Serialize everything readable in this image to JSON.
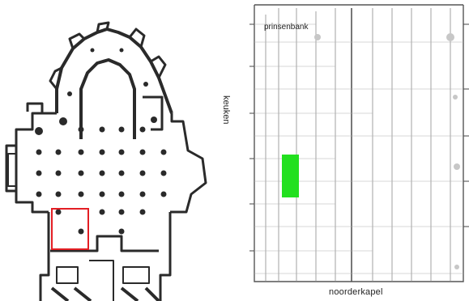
{
  "labels": {
    "top": "prinsenbank",
    "side": "keuken",
    "bottom": "noorderkapel"
  },
  "colors": {
    "highlight_frame": "#e31e24",
    "marked_grave": "#22e01f",
    "plan_ink": "#2a2a2a",
    "grid_ink": "#8a8a8a"
  }
}
